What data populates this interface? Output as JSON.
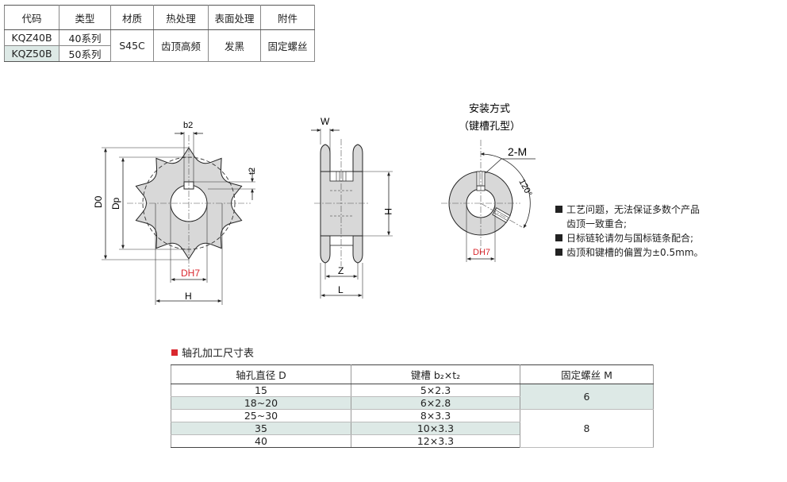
{
  "spec_table": {
    "headers": [
      "代码",
      "类型",
      "材质",
      "热处理",
      "表面处理",
      "附件"
    ],
    "rows": [
      {
        "code": "KQZ40B",
        "type": "40系列"
      },
      {
        "code": "KQZ50B",
        "type": "50系列"
      }
    ],
    "material": "S45C",
    "heat_treatment": "齿顶高频",
    "surface": "发黑",
    "accessory": "固定螺丝"
  },
  "drawing": {
    "label_b2": "b2",
    "label_t2": "t2",
    "label_D0": "D0",
    "label_Dp": "Dp",
    "label_DH7": "DH7",
    "label_H": "H",
    "label_W": "W",
    "label_Z": "Z",
    "label_L": "L",
    "mount_title": "安装方式",
    "mount_subtitle": "（键槽孔型）",
    "label_2M": "2-M",
    "label_120": "120°",
    "highlight_color": "#d9282f"
  },
  "notes": {
    "line1a": "工艺问题，无法保证多数个产品",
    "line1b": "齿顶一致重合;",
    "line2": "日标链轮请勿与国标链条配合;",
    "line3": "齿顶和键槽的偏置为±0.5mm。"
  },
  "bore_table": {
    "title": "轴孔加工尺寸表",
    "headers": [
      "轴孔直径 D",
      "键槽 b₂×t₂",
      "固定螺丝 M"
    ],
    "rows": [
      {
        "d": "15",
        "k": "5×2.3"
      },
      {
        "d": "18~20",
        "k": "6×2.8"
      },
      {
        "d": "25~30",
        "k": "8×3.3"
      },
      {
        "d": "35",
        "k": "10×3.3"
      },
      {
        "d": "40",
        "k": "12×3.3"
      }
    ],
    "m_group1": "6",
    "m_group2": "8"
  }
}
